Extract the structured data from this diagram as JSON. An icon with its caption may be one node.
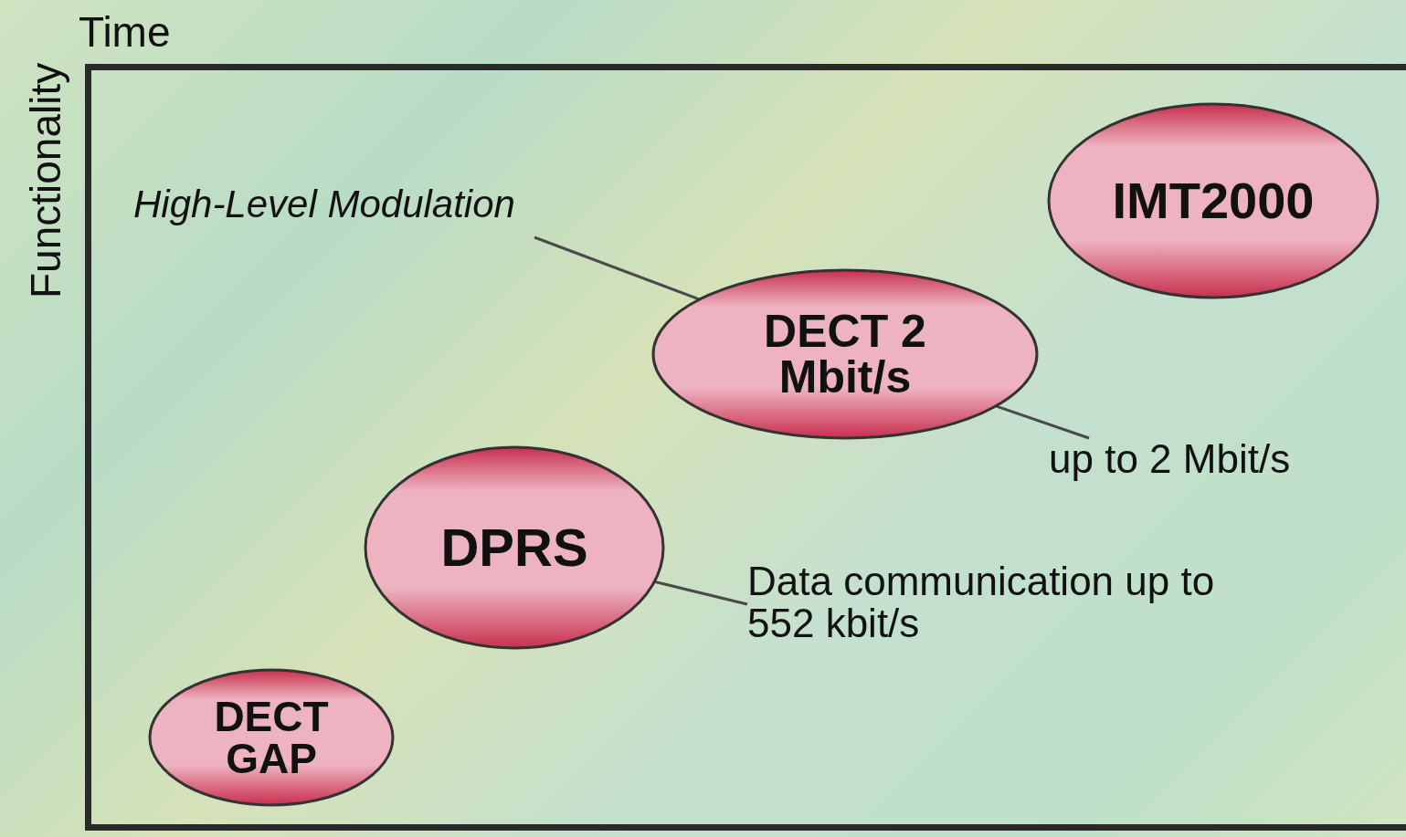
{
  "diagram": {
    "nodes": [
      {
        "text": [
          "IMT2000"
        ]
      },
      {
        "text": [
          "High-Level Modulation"
        ]
      },
      {
        "text": [
          "DECT 2 Mbit/s"
        ]
      },
      {
        "text": [
          "up to 2 Mbit/s"
        ]
      },
      {
        "text": [
          "DPRS"
        ]
      },
      {
        "text": [
          "Data communication up to 552 kbit/s"
        ]
      },
      {
        "text": [
          "DECT GAP"
        ]
      }
    ],
    "edges": [
      {
        "from": 1,
        "to": 2,
        "arrow": "none"
      },
      {
        "from": 2,
        "to": 3,
        "arrow": "none"
      },
      {
        "from": 4,
        "to": 5,
        "arrow": "none"
      }
    ],
    "labels": [
      "Time",
      "Functionality"
    ]
  }
}
